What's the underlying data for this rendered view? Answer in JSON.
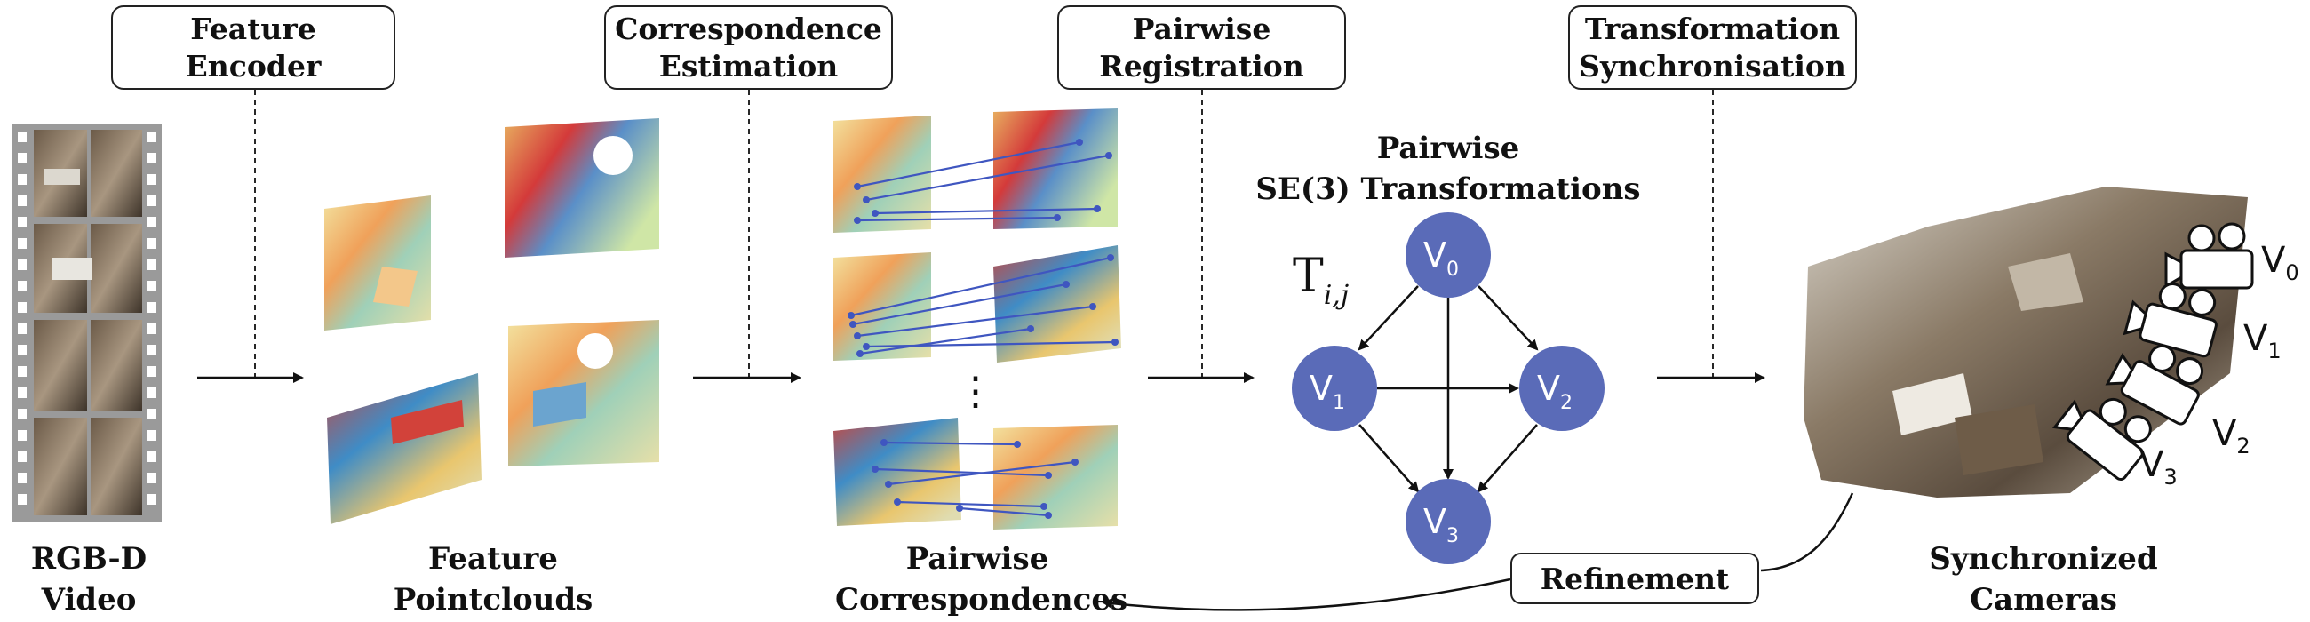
{
  "stages": [
    {
      "line1": "Feature",
      "line2": "Encoder"
    },
    {
      "line1": "Correspondence",
      "line2": "Estimation"
    },
    {
      "line1": "Pairwise",
      "line2": "Registration"
    },
    {
      "line1": "Transformation",
      "line2": "Synchronisation"
    }
  ],
  "captions": [
    {
      "line1": "RGB-D",
      "line2": "Video"
    },
    {
      "line1": "Feature",
      "line2": "Pointclouds"
    },
    {
      "line1": "Pairwise",
      "line2": "Correspondences"
    },
    {
      "line1": "Synchronized",
      "line2": "Cameras"
    }
  ],
  "graph": {
    "title_line1": "Pairwise",
    "title_line2": "SE(3) Transformations",
    "edge_label_main": "T",
    "edge_label_sub": "i,j",
    "node_color": "#5a6bb8",
    "nodes": [
      {
        "base": "V",
        "sub": "0"
      },
      {
        "base": "V",
        "sub": "1"
      },
      {
        "base": "V",
        "sub": "2"
      },
      {
        "base": "V",
        "sub": "3"
      }
    ]
  },
  "refinement_label": "Refinement",
  "ellipsis": "⋮",
  "cameras": [
    {
      "base": "V",
      "sub": "0"
    },
    {
      "base": "V",
      "sub": "1"
    },
    {
      "base": "V",
      "sub": "2"
    },
    {
      "base": "V",
      "sub": "3"
    }
  ]
}
